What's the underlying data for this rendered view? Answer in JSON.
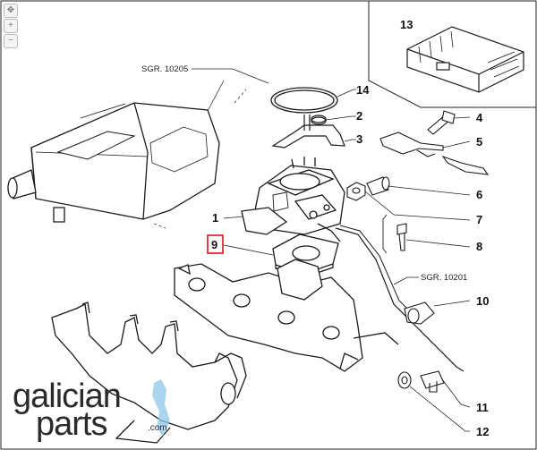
{
  "zoom_controls": [
    {
      "name": "pan-icon",
      "glyph": "✥"
    },
    {
      "name": "zoom-in-icon",
      "glyph": "+"
    },
    {
      "name": "zoom-out-icon",
      "glyph": "−"
    }
  ],
  "callouts": {
    "c1": "1",
    "c2": "2",
    "c3": "3",
    "c4": "4",
    "c5": "5",
    "c6": "6",
    "c7": "7",
    "c8": "8",
    "c9": "9",
    "c10": "10",
    "c11": "11",
    "c12": "12",
    "c13": "13",
    "c14": "14"
  },
  "sgr_refs": {
    "air_filter": "SGR. 10205",
    "hose": "SGR. 10201"
  },
  "watermark": {
    "line1": "galician",
    "line2": "parts",
    "suffix": ".com"
  },
  "colors": {
    "highlight_box": "#d8121f",
    "watermark_blue": "#8fc7ea",
    "line": "#1a1a1a"
  }
}
